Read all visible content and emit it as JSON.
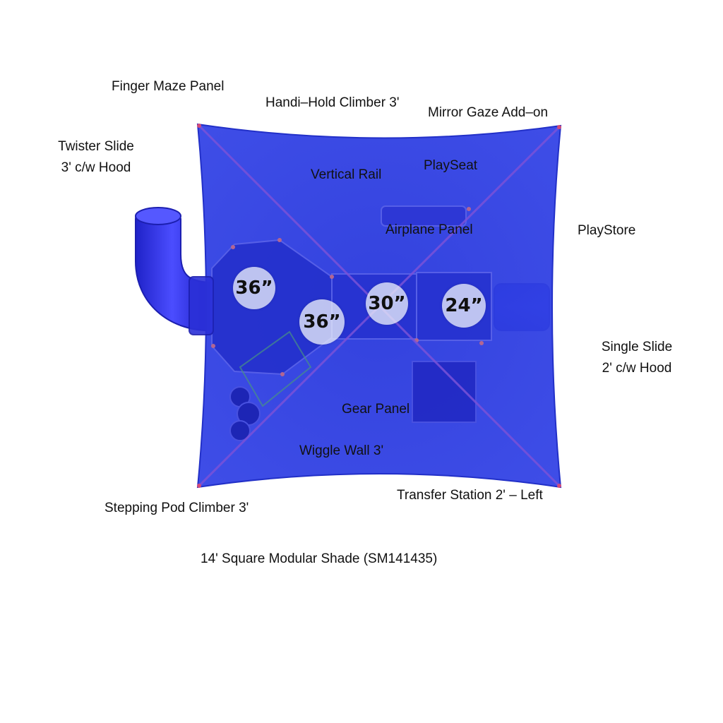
{
  "labels": {
    "finger_maze": "Finger Maze Panel",
    "handi_hold": "Handi–Hold Climber 3'",
    "mirror_gaze": "Mirror Gaze Add–on",
    "twister_slide": [
      "Twister Slide",
      "3' c/w Hood"
    ],
    "vertical_rail": "Vertical Rail",
    "playseat": "PlaySeat",
    "airplane_panel": "Airplane Panel",
    "playstore": "PlayStore",
    "single_slide": [
      "Single Slide",
      "2' c/w Hood"
    ],
    "gear_panel": "Gear Panel",
    "wiggle_wall": "Wiggle Wall 3'",
    "stepping_pod": "Stepping Pod Climber 3'",
    "transfer_station": "Transfer Station 2' – Left",
    "shade": "14' Square Modular Shade (SM141435)"
  },
  "deck_heights": [
    "36”",
    "36”",
    "30”",
    "24”"
  ],
  "colors": {
    "shade_fill": "#2f3de0",
    "shade_edge": "#2230c8",
    "structure_blue": "#2b34d6",
    "slide_blue": "#3a3cf2",
    "shade_cross": "#7a52d8",
    "corner_marker": "#d24a7a"
  }
}
